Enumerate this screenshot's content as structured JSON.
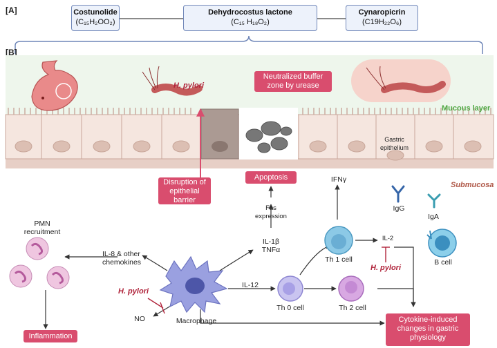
{
  "panel_a": {
    "label": "[A]",
    "compounds": [
      {
        "name": "Costunolide",
        "formula": "(C₁₅H₂OO₂)"
      },
      {
        "name": "Dehydrocostus lactone",
        "formula": "(C₁₅ H₁₈O₂)"
      },
      {
        "name": "Cynaropicrin",
        "formula": "(C19H₂₂O₆)"
      }
    ]
  },
  "panel_b": {
    "label": "[B]",
    "h_pylori_top": "H. pylori",
    "urease_zone": "Neutralized buffer zone by urease",
    "mucous_layer": "Mucous layer",
    "gastric_epithelium": "Gastric epithelium",
    "submucosa": "Submucosa",
    "disruption": "Disruption of epithelial barrier",
    "apoptosis": "Apoptosis",
    "fas_expression": "Fas expression",
    "il1b": "IL-1β",
    "tnfa": "TNFα",
    "ifng": "IFNγ",
    "igg": "IgG",
    "iga": "IgA",
    "il2": "IL-2",
    "h_pylori_il2": "H. pylori",
    "b_cell": "B cell",
    "th1": "Th 1 cell",
    "th0": "Th 0 cell",
    "th2": "Th 2 cell",
    "il12": "IL-12",
    "macrophage": "Macrophage",
    "h_pylori_no": "H. pylori",
    "no": "NO",
    "il8": "IL-8 & other chemokines",
    "pmn": "PMN recruitment",
    "inflammation": "Inflammation",
    "cytokine_changes": "Cytokine-induced changes in gastric physiology"
  },
  "colors": {
    "accent_pink": "#d94d6e",
    "mucus_green": "#4fa844",
    "box_border": "#6f86b8",
    "hp_red": "#b0243b"
  }
}
